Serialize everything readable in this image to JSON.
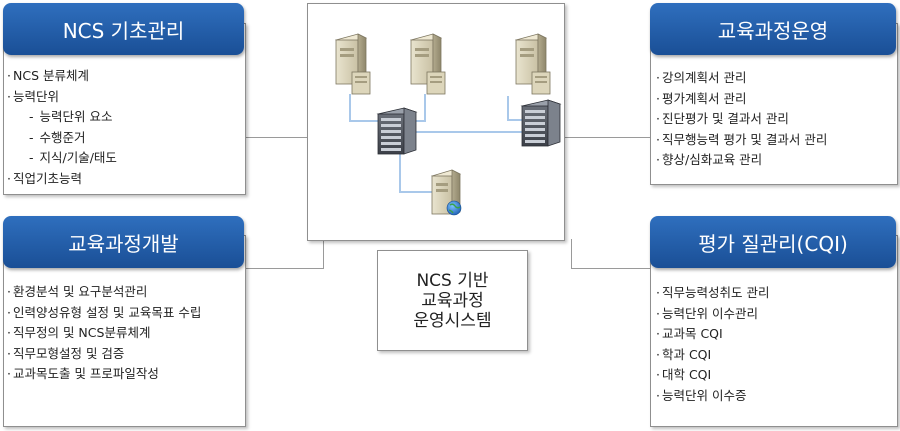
{
  "panels": {
    "ncs_basics": {
      "title": "NCS 기초관리",
      "items": [
        "NCS 분류체계",
        "능력단위",
        "능력단위 요소",
        "수행준거",
        "지식/기술/태도",
        "직업기초능력"
      ]
    },
    "curriculum_operation": {
      "title": "교육과정운영",
      "items": [
        "강의계획서 관리",
        "평가계획서 관리",
        "진단평가 및 결과서 관리",
        "직무행능력 평가 및 결과서 관리",
        "향상/심화교육 관리"
      ]
    },
    "curriculum_development": {
      "title": "교육과정개발",
      "items": [
        "환경분석 및 요구분석관리",
        "인력양성유형 설정 및 교육목표 수립",
        "직무정의 및 NCS분류체계",
        "직무모형설정 및 검증",
        "교과목도출 및 프로파일작성"
      ]
    },
    "quality_management": {
      "title": "평가 질관리(CQI)",
      "items": [
        "직무능력성취도 관리",
        "능력단위 이수관리",
        "교과목 CQI",
        "학과 CQI",
        "대학 CQI",
        "능력단위 이수증"
      ]
    }
  },
  "center": {
    "system_label": [
      "NCS 기반",
      "교육과정",
      "운영시스템"
    ]
  },
  "colors": {
    "header_blue": "#1f5ba8",
    "line_blue": "#a9c8ea",
    "connector_gray": "#9a9a9a"
  },
  "icons": [
    "server-tower-icon",
    "server-tower-icon",
    "server-tower-icon",
    "server-rack-icon",
    "server-rack-icon",
    "web-server-globe-icon"
  ]
}
